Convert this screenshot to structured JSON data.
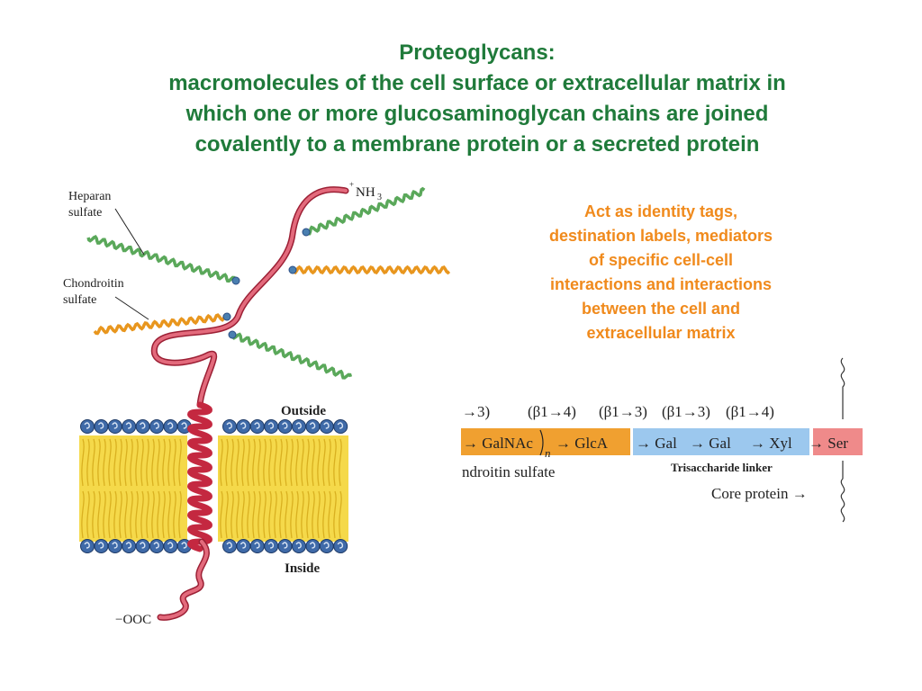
{
  "title": {
    "line1": "Proteoglycans:",
    "line2": "macromolecules of the cell surface or extracellular matrix in",
    "line3": "which one or more glucosaminoglycan chains are joined",
    "line4": "covalently to a membrane protein or a secreted protein"
  },
  "function_note": {
    "line1": "Act as identity tags,",
    "line2": "destination labels, mediators",
    "line3": "of specific cell-cell",
    "line4": "interactions and interactions",
    "line5": "between the cell and",
    "line6": "extracellular matrix"
  },
  "membrane_figure": {
    "heparan_label_1": "Heparan",
    "heparan_label_2": "sulfate",
    "chondroitin_label_1": "Chondroitin",
    "chondroitin_label_2": "sulfate",
    "n_terminus": "NH",
    "n_terminus_charge": "+",
    "n_terminus_sub": "3",
    "c_terminus": "−OOC",
    "outside_label": "Outside",
    "inside_label": "Inside"
  },
  "linkage_figure": {
    "bond_1": "→3)",
    "bond_2": "(β1→4)",
    "bond_3": "(β1→3)",
    "bond_4": "(β1→3)",
    "bond_5": "(β1→4)",
    "sugar_galnac": "→ GalNAc",
    "repeat_index": "n",
    "sugar_glca": "→ GlcA",
    "sugar_gal1": "→ Gal",
    "sugar_gal2": "→ Gal",
    "sugar_xyl": "→ Xyl",
    "residue_ser": "→ Ser",
    "chain_label": "ndroitin sulfate",
    "linker_label": "Trisaccharide linker",
    "core_label": "Core protein →"
  },
  "colors": {
    "title_green": "#1f7a3a",
    "note_orange": "#f08a1c",
    "protein_red": "#d23c50",
    "heparan_green": "#5aa85a",
    "chondroitin_orange": "#e8961e",
    "lipid_yellow": "#f0d040",
    "headgroup_blue": "#2c4f86",
    "repeat_orange_box": "#f0a030",
    "linker_blue_box": "#9cc8ee",
    "ser_red_box": "#ef8a8a"
  }
}
